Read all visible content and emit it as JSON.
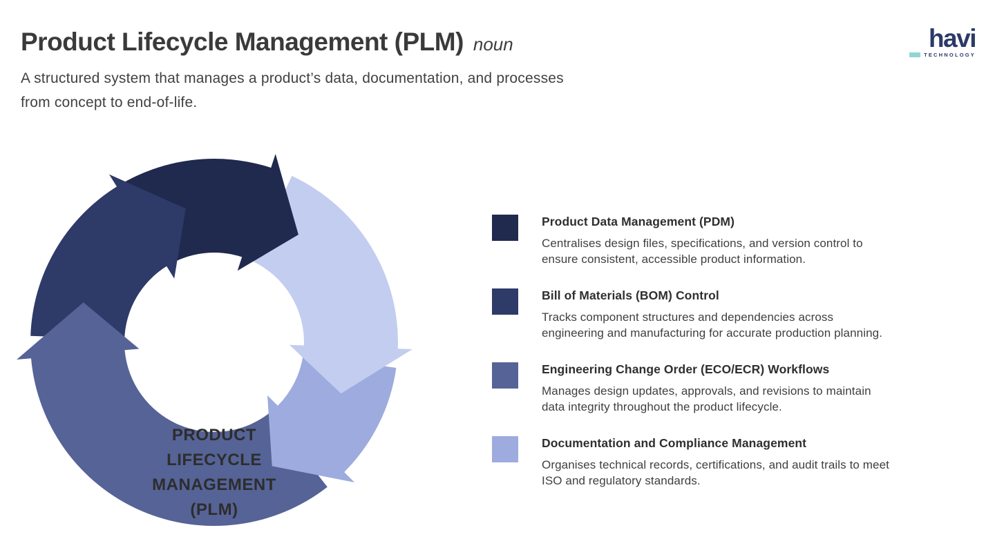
{
  "header": {
    "title": "Product Lifecycle Management (PLM)",
    "part_of_speech": "noun",
    "subtitle_line1": "A structured system that manages a product’s data, documentation, and processes",
    "subtitle_line2": "from concept to end-of-life."
  },
  "logo": {
    "name": "havi",
    "tagline": "TECHNOLOGY",
    "accent_color": "#8fd6d3",
    "text_color": "#2c3a67"
  },
  "cycle": {
    "center_lines": [
      "PRODUCT",
      "LIFECYCLE",
      "MANAGEMENT",
      "(PLM)"
    ],
    "segments": [
      {
        "name": "product-data-management",
        "color": "#20294e"
      },
      {
        "name": "documentation-compliance",
        "color": "#c2cdf0"
      },
      {
        "name": "eco-ecr-workflows",
        "color": "#9dabde"
      },
      {
        "name": "bom-control",
        "color": "#556397"
      },
      {
        "name": "engineering-change",
        "color": "#2e3a68"
      }
    ]
  },
  "legend": {
    "items": [
      {
        "color": "#20294e",
        "title": "Product Data Management (PDM)",
        "desc_line1": "Centralises design files, specifications, and version control to",
        "desc_line2": "ensure consistent, accessible product information."
      },
      {
        "color": "#2e3a68",
        "title": "Bill of Materials (BOM) Control",
        "desc_line1": "Tracks component structures and dependencies across",
        "desc_line2": "engineering and manufacturing for accurate production planning."
      },
      {
        "color": "#556397",
        "title": "Engineering Change Order (ECO/ECR) Workflows",
        "desc_line1": "Manages design updates, approvals, and revisions to maintain",
        "desc_line2": "data integrity throughout the product lifecycle."
      },
      {
        "color": "#9dabde",
        "title": "Documentation and Compliance Management",
        "desc_line1": "Organises technical records, certifications, and audit trails to meet",
        "desc_line2": "ISO and regulatory standards."
      }
    ]
  }
}
